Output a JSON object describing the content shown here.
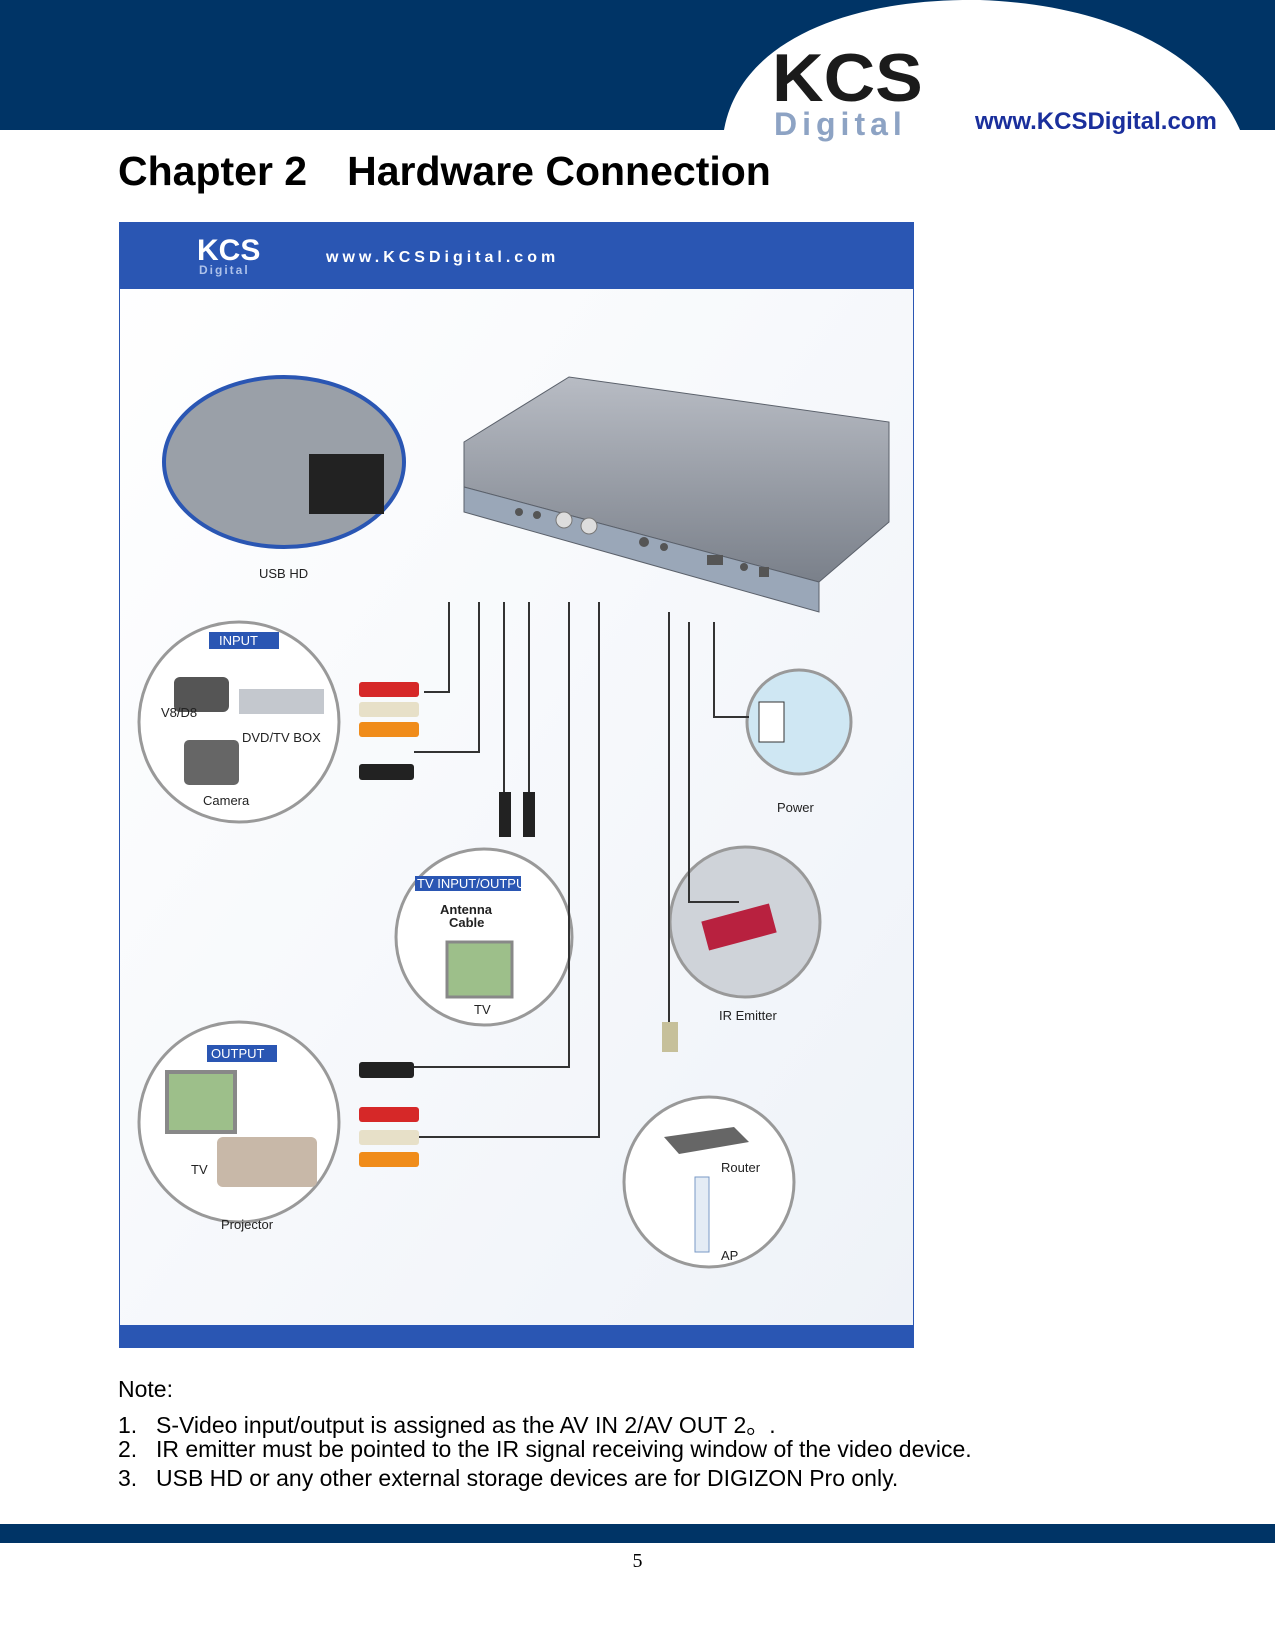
{
  "header": {
    "logo_main": "KCS",
    "logo_sub": "Digital",
    "url": "www.KCSDigital.com",
    "band_color": "#003466"
  },
  "chapter": {
    "number": "Chapter 2",
    "title": "Hardware Connection"
  },
  "diagram": {
    "banner_logo_main": "KCS",
    "banner_logo_sub": "Digital",
    "banner_url": "www.KCSDigital.com",
    "banner_color": "#2a56b3",
    "labels": {
      "usb_hd": "USB HD",
      "input_tag": "INPUT",
      "v8d8": "V8/D8",
      "dvd_tv_box": "DVD/TV BOX",
      "camera": "Camera",
      "power": "Power",
      "tv_io_tag": "TV INPUT/OUTPUT",
      "antenna": "Antenna",
      "cable": "Cable",
      "tv_mid": "TV",
      "ir_emitter": "IR Emitter",
      "output_tag": "OUTPUT",
      "tv_out": "TV",
      "projector": "Projector",
      "router": "Router",
      "ap": "AP"
    }
  },
  "notes": {
    "heading": "Note:",
    "items": [
      {
        "num": "1.",
        "text": "S-Video input/output is assigned as the AV IN 2/AV OUT 2。."
      },
      {
        "num": "2.",
        "text": "IR emitter must be pointed to the IR signal receiving window of the video device."
      },
      {
        "num": "3.",
        "text": "USB HD or any other external storage devices are for DIGIZON Pro only."
      }
    ]
  },
  "footer": {
    "page_number": "5"
  }
}
